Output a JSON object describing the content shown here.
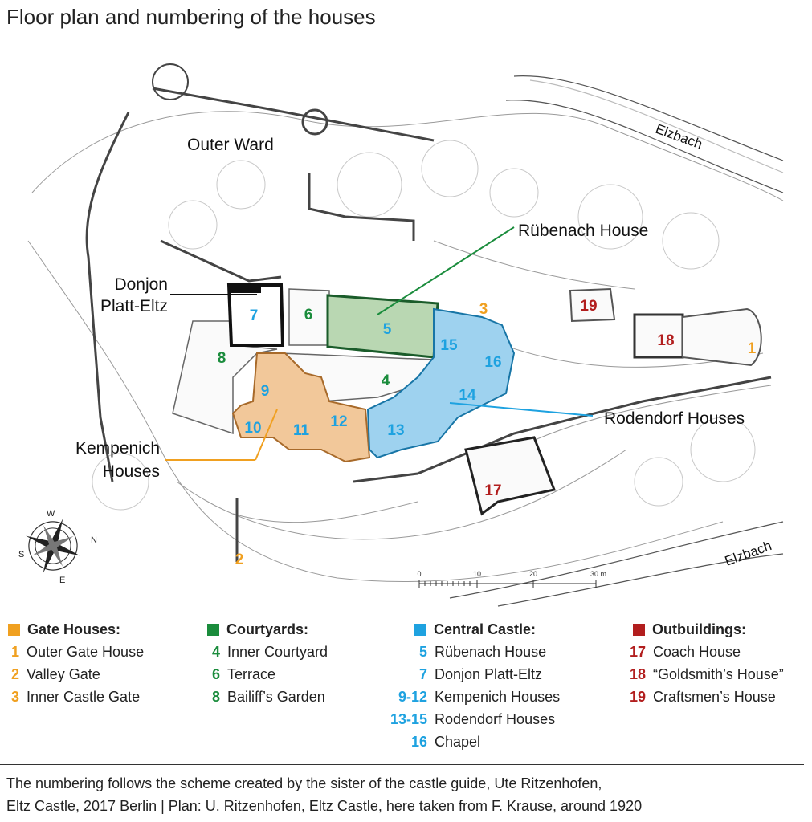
{
  "title": "Floor plan and numbering of the houses",
  "colors": {
    "gate": "#f0a020",
    "courtyard": "#1a8c3c",
    "central": "#1ea2e0",
    "outbuilding": "#b21e1e"
  },
  "map": {
    "labels": {
      "outer_ward": "Outer Ward",
      "rubenach": "Rübenach House",
      "donjon_1": "Donjon",
      "donjon_2": "Platt-Eltz",
      "kempenich_1": "Kempenich",
      "kempenich_2": "Houses",
      "rodendorf": "Rodendorf Houses",
      "river_top": "Elzbach",
      "river_bottom": "Elzbach"
    },
    "numbers": {
      "n1": "1",
      "n2": "2",
      "n3": "3",
      "n4": "4",
      "n5": "5",
      "n6": "6",
      "n7": "7",
      "n8": "8",
      "n9": "9",
      "n10": "10",
      "n11": "11",
      "n12": "12",
      "n13": "13",
      "n14": "14",
      "n15": "15",
      "n16": "16",
      "n17": "17",
      "n18": "18",
      "n19": "19"
    },
    "scale": {
      "t0": "0",
      "t10": "10",
      "t20": "20",
      "t30": "30 m"
    },
    "compass": {
      "n": "N",
      "s": "S",
      "e": "E",
      "w": "W"
    }
  },
  "legend": {
    "gate": {
      "heading": "Gate Houses:",
      "items": [
        {
          "num": "1",
          "label": "Outer Gate House"
        },
        {
          "num": "2",
          "label": "Valley Gate"
        },
        {
          "num": "3",
          "label": "Inner Castle Gate"
        }
      ]
    },
    "courtyards": {
      "heading": "Courtyards:",
      "items": [
        {
          "num": "4",
          "label": "Inner Courtyard"
        },
        {
          "num": "6",
          "label": "Terrace"
        },
        {
          "num": "8",
          "label": "Bailiff’s Garden"
        }
      ]
    },
    "central": {
      "heading": "Central Castle:",
      "items": [
        {
          "num": "5",
          "label": "Rübenach House"
        },
        {
          "num": "7",
          "label": "Donjon Platt-Eltz"
        },
        {
          "num": "9-12",
          "label": "Kempenich Houses"
        },
        {
          "num": "13-15",
          "label": "Rodendorf Houses"
        },
        {
          "num": "16",
          "label": "Chapel"
        }
      ]
    },
    "outbuildings": {
      "heading": "Outbuildings:",
      "items": [
        {
          "num": "17",
          "label": "Coach House"
        },
        {
          "num": "18",
          "label": "“Goldsmith’s House”"
        },
        {
          "num": "19",
          "label": "Craftsmen’s House"
        }
      ]
    }
  },
  "footer": {
    "line1": "The numbering follows the scheme created by the sister of the castle guide, Ute Ritzenhofen,",
    "line2": "Eltz Castle, 2017 Berlin   |   Plan: U. Ritzenhofen, Eltz Castle, here taken from F. Krause, around 1920"
  }
}
